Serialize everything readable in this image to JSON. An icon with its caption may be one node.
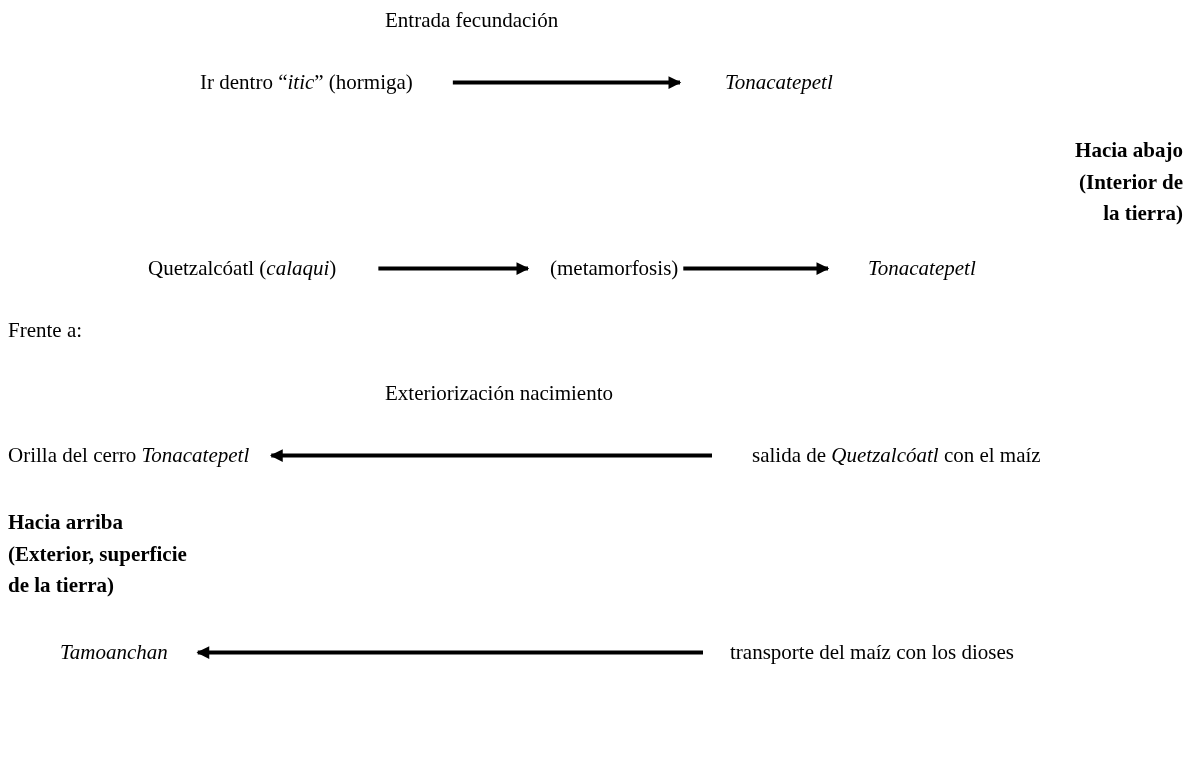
{
  "diagram": {
    "nodes": [
      {
        "text": [
          "Ir dentro “*itic*” (hormiga)"
        ]
      },
      {
        "text": [
          "Tonacatepetl"
        ]
      },
      {
        "text": [
          "Quetzalcóatl (*calaqui*)"
        ]
      },
      {
        "text": [
          "(metamorfosis)"
        ]
      },
      {
        "text": [
          "Tonacatepetl"
        ]
      },
      {
        "text": [
          "Orilla del cerro *Tonacatepetl*"
        ]
      },
      {
        "text": [
          "salida de *Quetzalcóatl* con el maíz"
        ]
      },
      {
        "text": [
          "Tamoanchan"
        ]
      },
      {
        "text": [
          "transporte del maíz con los dioses"
        ]
      }
    ],
    "edges": [
      {
        "from": 0,
        "to": 1,
        "arrow": "to"
      },
      {
        "from": 2,
        "to": 3,
        "arrow": "to"
      },
      {
        "from": 3,
        "to": 4,
        "arrow": "to"
      },
      {
        "from": 6,
        "to": 5,
        "arrow": "to"
      },
      {
        "from": 8,
        "to": 7,
        "arrow": "to"
      }
    ],
    "labels": [
      "Entrada fecundación",
      "Hacia abajo (Interior de la tierra)",
      "Frente a:",
      "Exteriorización nacimiento",
      "Hacia arriba (Exterior, superficie de la tierra)"
    ]
  }
}
